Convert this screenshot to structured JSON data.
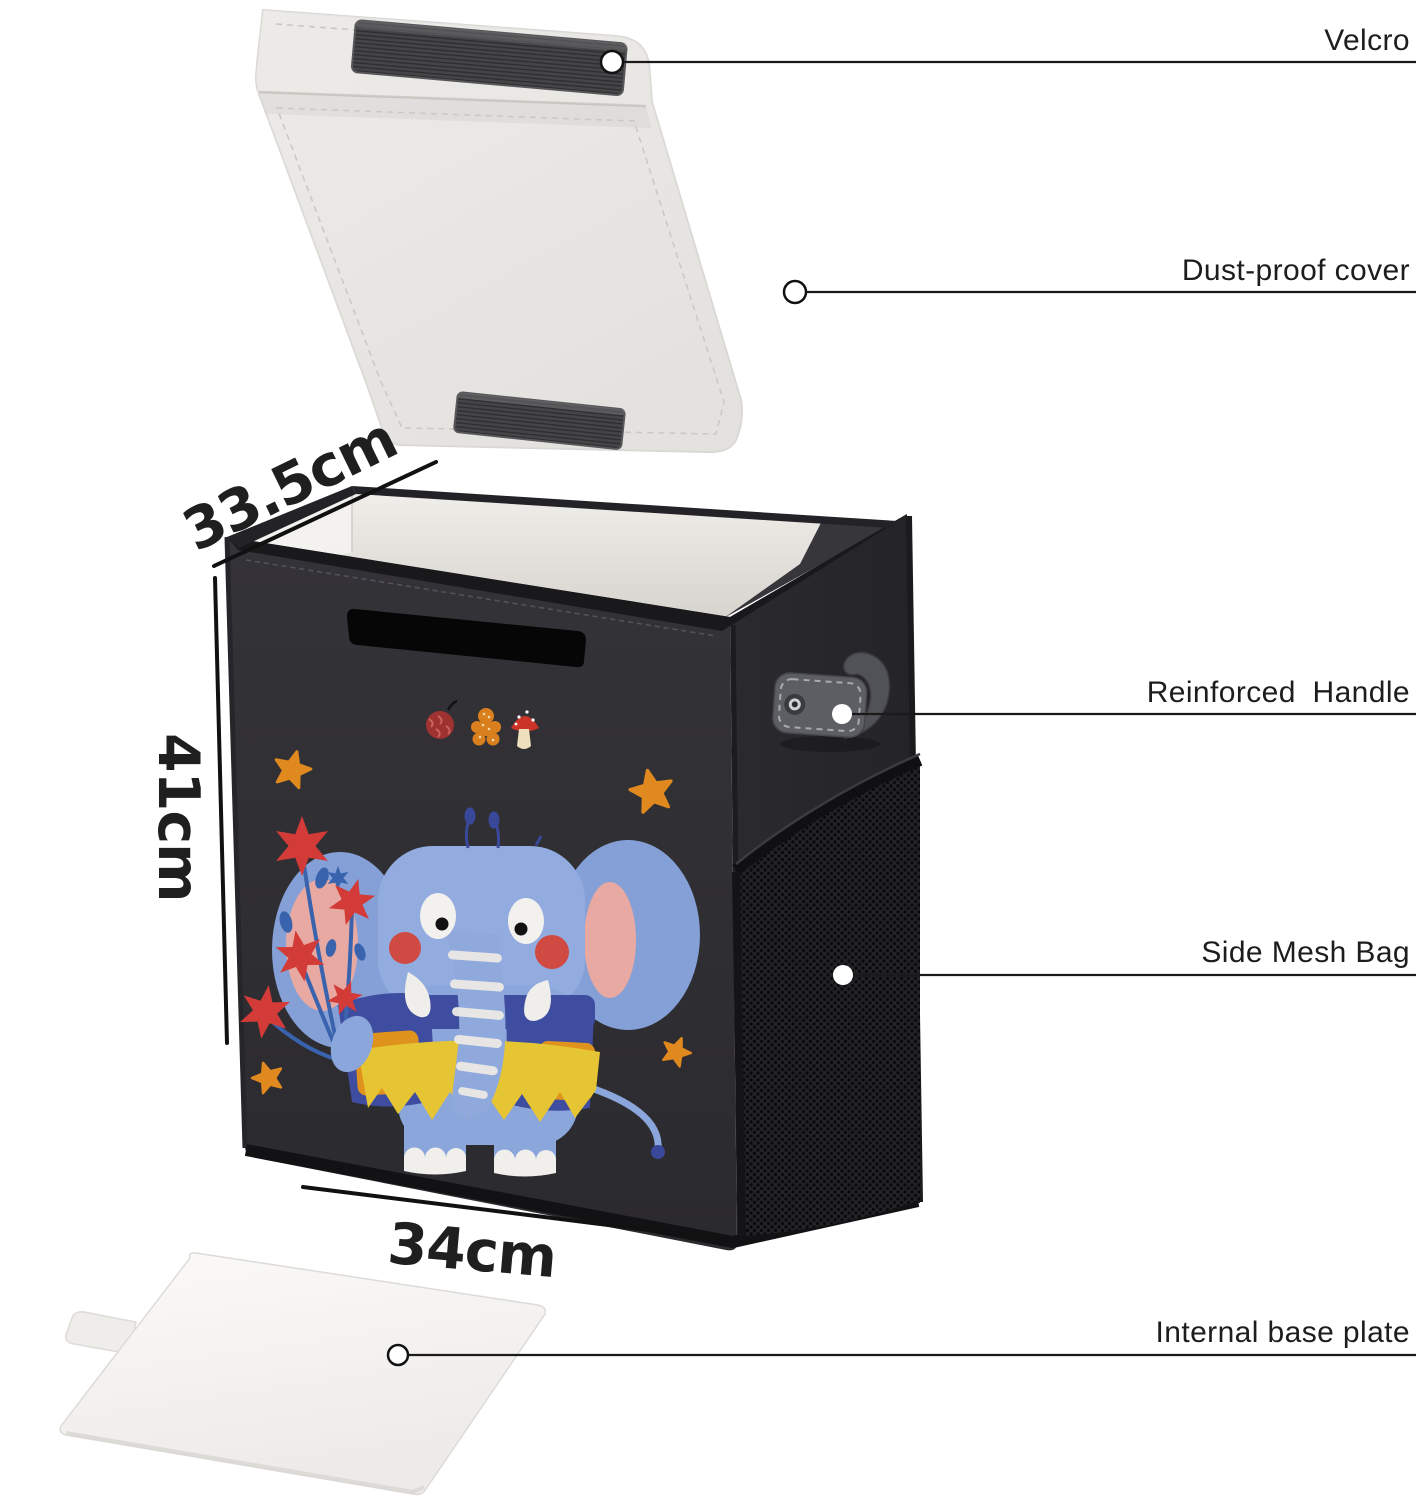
{
  "product": "foldable storage cube diagram",
  "callouts": {
    "velcro": "Velcro",
    "dust_cover": "Dust-proof cover",
    "handle": "Reinforced Handle",
    "mesh": "Side Mesh Bag",
    "base_plate": "Internal base plate"
  },
  "dimensions": {
    "top_edge": "33.5cm",
    "left_edge": "41cm",
    "bottom_edge": "34cm"
  },
  "colors": {
    "line": "#1a1a1a",
    "label_text": "#1d1d1d",
    "lid": "#eae8e5",
    "lid_flap": "#e3e1de",
    "velcro": "#48484b",
    "box_front": "#2f2e32",
    "box_side": "#27262a",
    "box_rim": "#19181b",
    "interior_light": "#eceae5",
    "interior_shadow": "#37363a",
    "mesh": "#1e1e20",
    "handle_strap": "#5d5e63",
    "base_plate": "#f8f7f5",
    "elephant_body": "#8aa6da",
    "elephant_head": "#93ace0",
    "ear_inner": "#e7a9a2",
    "cheek": "#cf4a42",
    "vest": "#3f4da0",
    "pocket": "#df931d",
    "skirt": "#e6c535",
    "flower": "#d23b38",
    "stem": "#3a63ae",
    "star": "#e0891f"
  }
}
